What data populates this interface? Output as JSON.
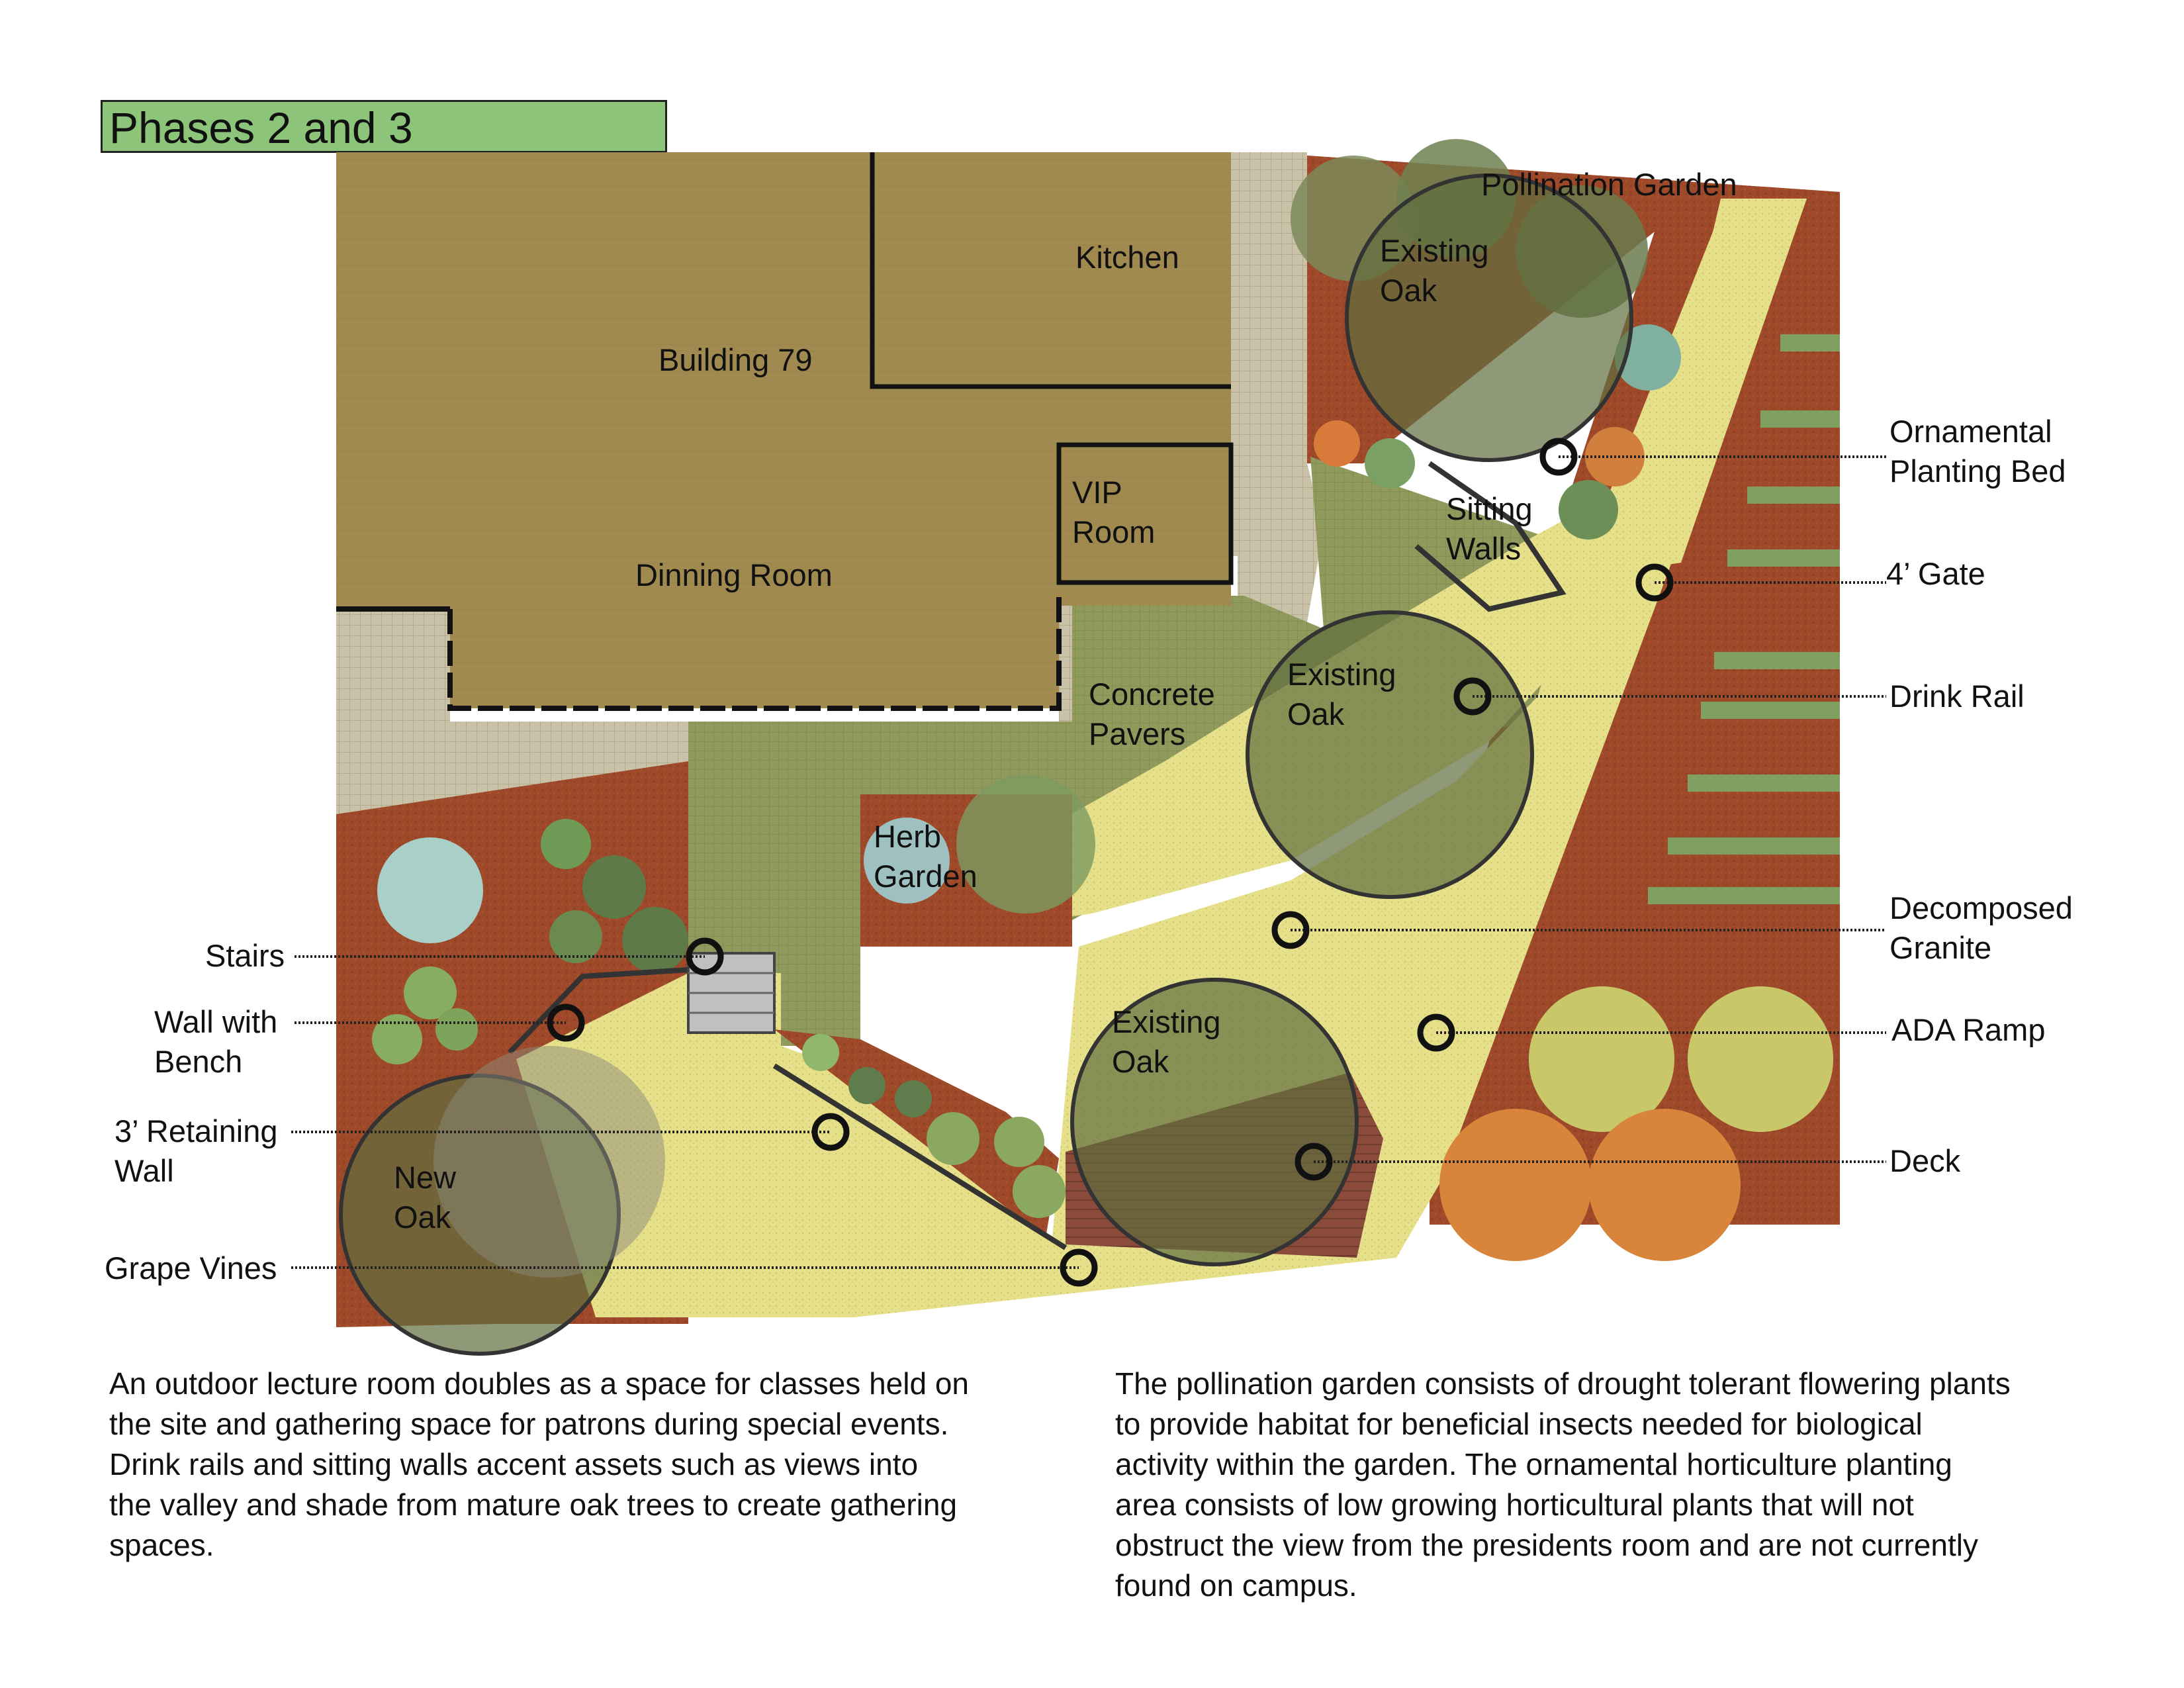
{
  "header": {
    "title": "Phases 2 and 3"
  },
  "plan_labels": {
    "building": "Building 79",
    "kitchen": "Kitchen",
    "dining_room": "Dinning Room",
    "vip_room": [
      "VIP",
      "Room"
    ],
    "concrete_pavers": [
      "Concrete",
      "Pavers"
    ],
    "herb_garden": [
      "Herb",
      "Garden"
    ],
    "pollination_garden": "Pollination Garden",
    "sitting_walls": [
      "Sitting",
      "Walls"
    ],
    "existing_oak": [
      "Existing",
      "Oak"
    ],
    "new_oak": [
      "New",
      "Oak"
    ]
  },
  "callouts_left": {
    "stairs": "Stairs",
    "wall_with_bench": [
      "Wall with",
      "Bench"
    ],
    "retaining_wall": [
      "3’ Retaining",
      "Wall"
    ],
    "grape_vines": "Grape Vines"
  },
  "callouts_right": {
    "ornamental_bed": [
      "Ornamental",
      "Planting Bed"
    ],
    "gate": "4’ Gate",
    "drink_rail": "Drink Rail",
    "decomposed_granite": [
      "Decomposed",
      "Granite"
    ],
    "ada_ramp": "ADA Ramp",
    "deck": "Deck"
  },
  "descriptions": {
    "left": [
      "An outdoor lecture room doubles as a space for classes held on",
      "the site and gathering space for patrons during special events.",
      "Drink rails and sitting walls accent assets such as views into",
      "the valley and shade from mature oak trees to create gathering",
      "spaces."
    ],
    "right": [
      "The pollination garden consists of drought tolerant flowering plants",
      "to provide habitat for beneficial insects needed for biological",
      "activity within the garden. The ornamental horticulture planting",
      "area consists of low growing horticultural plants that will not",
      "obstruct the view from the presidents room and are not currently",
      "found on campus."
    ]
  },
  "colors": {
    "building": "#a08a4f",
    "mulch": "#9e4a2a",
    "granite": "#e6e08a",
    "lawn": "#8f9a5c",
    "pavers": "#c9c2a8",
    "tree_canopy": "#6b7d4a",
    "title_fill": "#8cc47a"
  }
}
